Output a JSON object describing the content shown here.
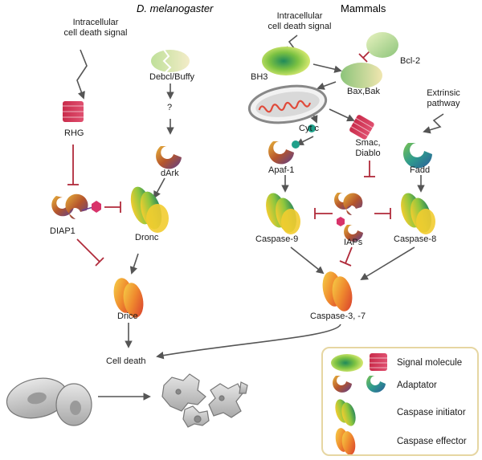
{
  "titles": {
    "drosophila": "D. melanogaster",
    "mammals": "Mammals"
  },
  "labels": {
    "intracellular_left": "Intracellular\ncell death signal",
    "intracellular_right": "Intracellular\ncell death signal",
    "debcl_buffy": "Debcl/Buffy",
    "question_mark": "?",
    "rhg": "RHG",
    "dark": "dArk",
    "diap1": "DIAP1",
    "dronc": "Dronc",
    "drice": "Drice",
    "cell_death": "Cell death",
    "bh3": "BH3",
    "bcl2": "Bcl-2",
    "bax_bak": "Bax,Bak",
    "extrinsic": "Extrinsic\npathway",
    "cyt_c": "Cyt c",
    "smac": "Smac,\nDiablo",
    "apaf1": "Apaf-1",
    "fadd": "Fadd",
    "caspase9": "Caspase-9",
    "caspase8": "Caspase-8",
    "iaps": "IAPs",
    "caspase37": "Caspase-3, -7"
  },
  "legend": {
    "signal_molecule": "Signal molecule",
    "adaptator": "Adaptator",
    "caspase_initiator": "Caspase initiator",
    "caspase_effector": "Caspase effector"
  },
  "colors": {
    "arrow": "#555555",
    "inhibit": "#b02a3a",
    "legend_border": "#e6d6a2"
  }
}
